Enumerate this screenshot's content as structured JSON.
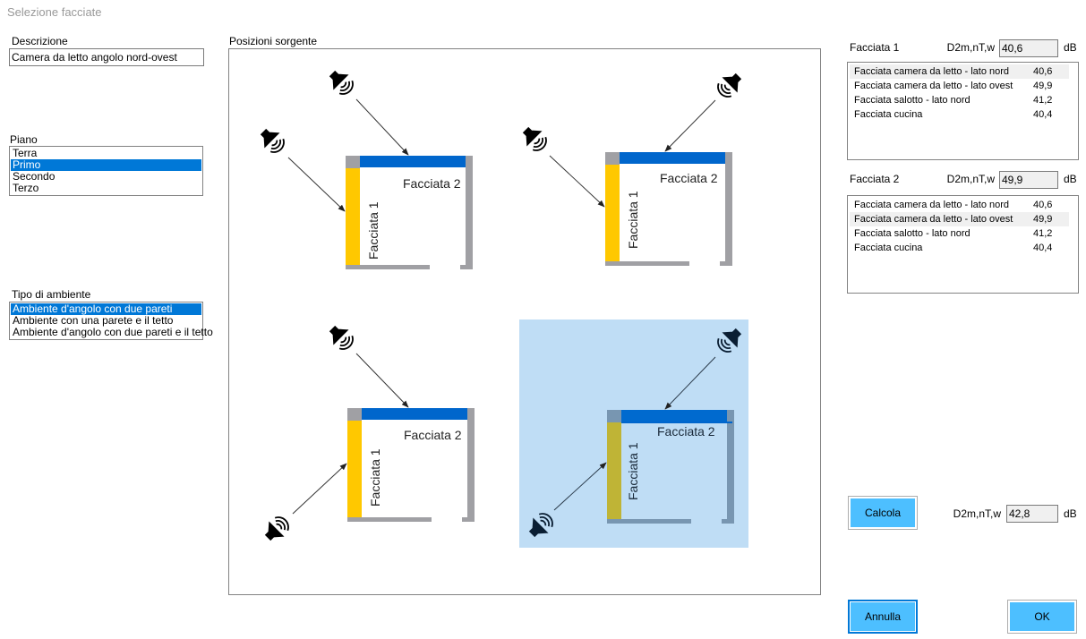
{
  "window": {
    "title": "Selezione facciate"
  },
  "descrizione": {
    "label": "Descrizione",
    "value": "Camera da letto angolo nord-ovest"
  },
  "piano": {
    "label": "Piano",
    "options": [
      "Terra",
      "Primo",
      "Secondo",
      "Terzo"
    ],
    "selected": "Primo"
  },
  "tipo": {
    "label": "Tipo di ambiente",
    "options": [
      "Ambiente d'angolo con due pareti",
      "Ambiente con una parete e il tetto",
      "Ambiente d'angolo con due pareti e il tetto"
    ],
    "selected": "Ambiente d'angolo con due pareti"
  },
  "posizioni": {
    "label": "Posizioni sorgente",
    "diagrams": [
      {
        "facciata1": "Facciata 1",
        "facciata2": "Facciata 2"
      },
      {
        "facciata1": "Facciata 1",
        "facciata2": "Facciata 2"
      },
      {
        "facciata1": "Facciata 1",
        "facciata2": "Facciata 2"
      },
      {
        "facciata1": "Facciata 1",
        "facciata2": "Facciata 2",
        "selected": true
      }
    ]
  },
  "facciata1": {
    "label": "Facciata 1",
    "metric": "D2m,nT,w",
    "value": "40,6",
    "unit": "dB",
    "rows": [
      {
        "name": "Facciata camera da letto - lato nord",
        "value": "40,6"
      },
      {
        "name": "Facciata camera da letto - lato ovest",
        "value": "49,9"
      },
      {
        "name": "Facciata salotto - lato nord",
        "value": "41,2"
      },
      {
        "name": "Facciata cucina",
        "value": "40,4"
      }
    ]
  },
  "facciata2": {
    "label": "Facciata 2",
    "metric": "D2m,nT,w",
    "value": "49,9",
    "unit": "dB",
    "rows": [
      {
        "name": "Facciata camera da letto - lato nord",
        "value": "40,6"
      },
      {
        "name": "Facciata camera da letto - lato ovest",
        "value": "49,9"
      },
      {
        "name": "Facciata salotto - lato nord",
        "value": "41,2"
      },
      {
        "name": "Facciata cucina",
        "value": "40,4"
      }
    ]
  },
  "result": {
    "metric": "D2m,nT,w",
    "value": "42,8",
    "unit": "dB"
  },
  "buttons": {
    "calcola": "Calcola",
    "annulla": "Annulla",
    "ok": "OK"
  },
  "colors": {
    "accent": "#0078d7",
    "button": "#4dbfff",
    "facciata1": "#ffc800",
    "facciata2": "#0066cc",
    "wall": "#a0a0a4",
    "selection": "#c3ddf3"
  }
}
